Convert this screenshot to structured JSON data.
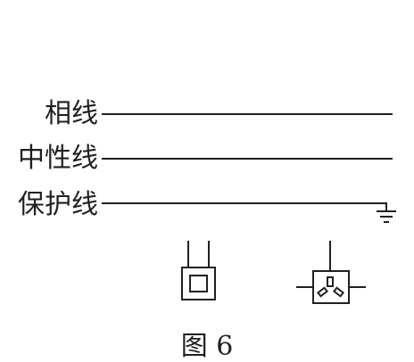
{
  "wires": [
    {
      "id": "phase",
      "label": "相线"
    },
    {
      "id": "neutral",
      "label": "中性线"
    },
    {
      "id": "protective",
      "label": "保护线"
    }
  ],
  "symbols": {
    "ground": "ground-symbol",
    "switch": "switch-symbol",
    "socket": "three-pin-socket-symbol"
  },
  "caption": "图 6",
  "colors": {
    "ink": "#231f20",
    "background": "#ffffff"
  }
}
